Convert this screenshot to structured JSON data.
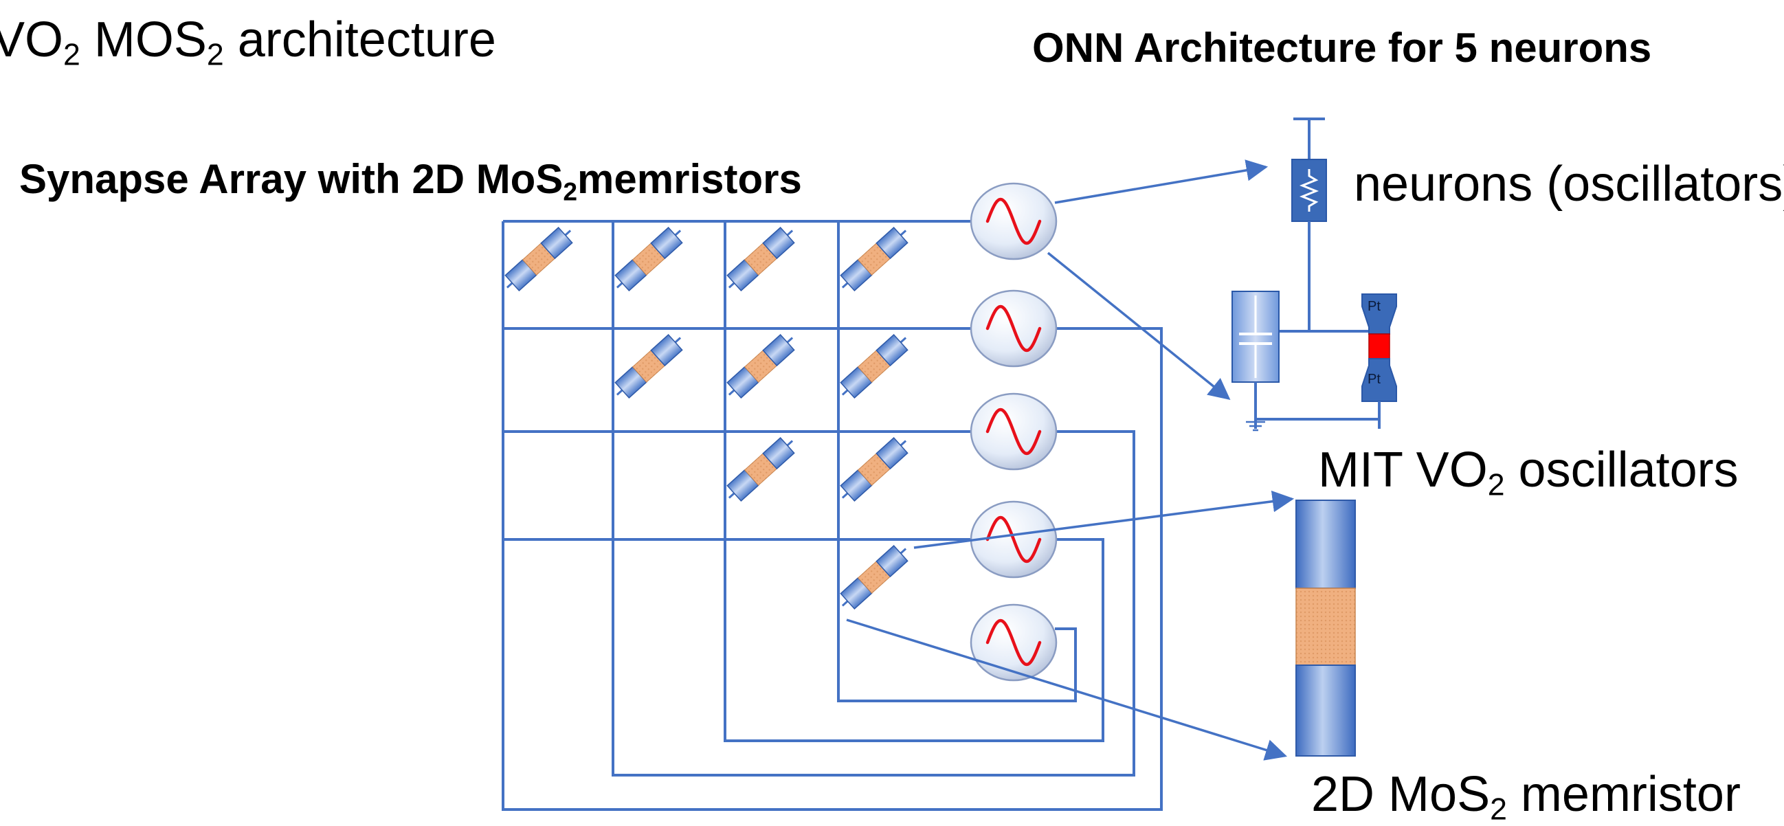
{
  "colors": {
    "wire": "#4472c4",
    "oscillator_wave": "#e8101a",
    "memristor_middle": "#f0b080",
    "component_blue": "#3a6ab8",
    "vo2_channel": "#ff0000"
  },
  "title_left": {
    "part1": "VO",
    "sub1": "2",
    "part2": " MOS",
    "sub2": "2",
    "part3": " architecture"
  },
  "title_right": "ONN Architecture for 5 neurons",
  "synapse_title": {
    "part1": "Synapse Array with 2D MoS",
    "sub": "2",
    "part2": "memristors"
  },
  "neurons_label": "neurons (oscillators)",
  "mit_label": {
    "part1": "MIT VO",
    "sub": "2",
    "part2": " oscillators"
  },
  "memristor_label": {
    "part1": "2D MoS",
    "sub": "2",
    "part2": " memristor"
  },
  "device_labels": {
    "top_electrode": "Pt",
    "bottom_electrode": "Pt"
  },
  "network": {
    "neuron_count": 5,
    "synapse_count": 10
  }
}
